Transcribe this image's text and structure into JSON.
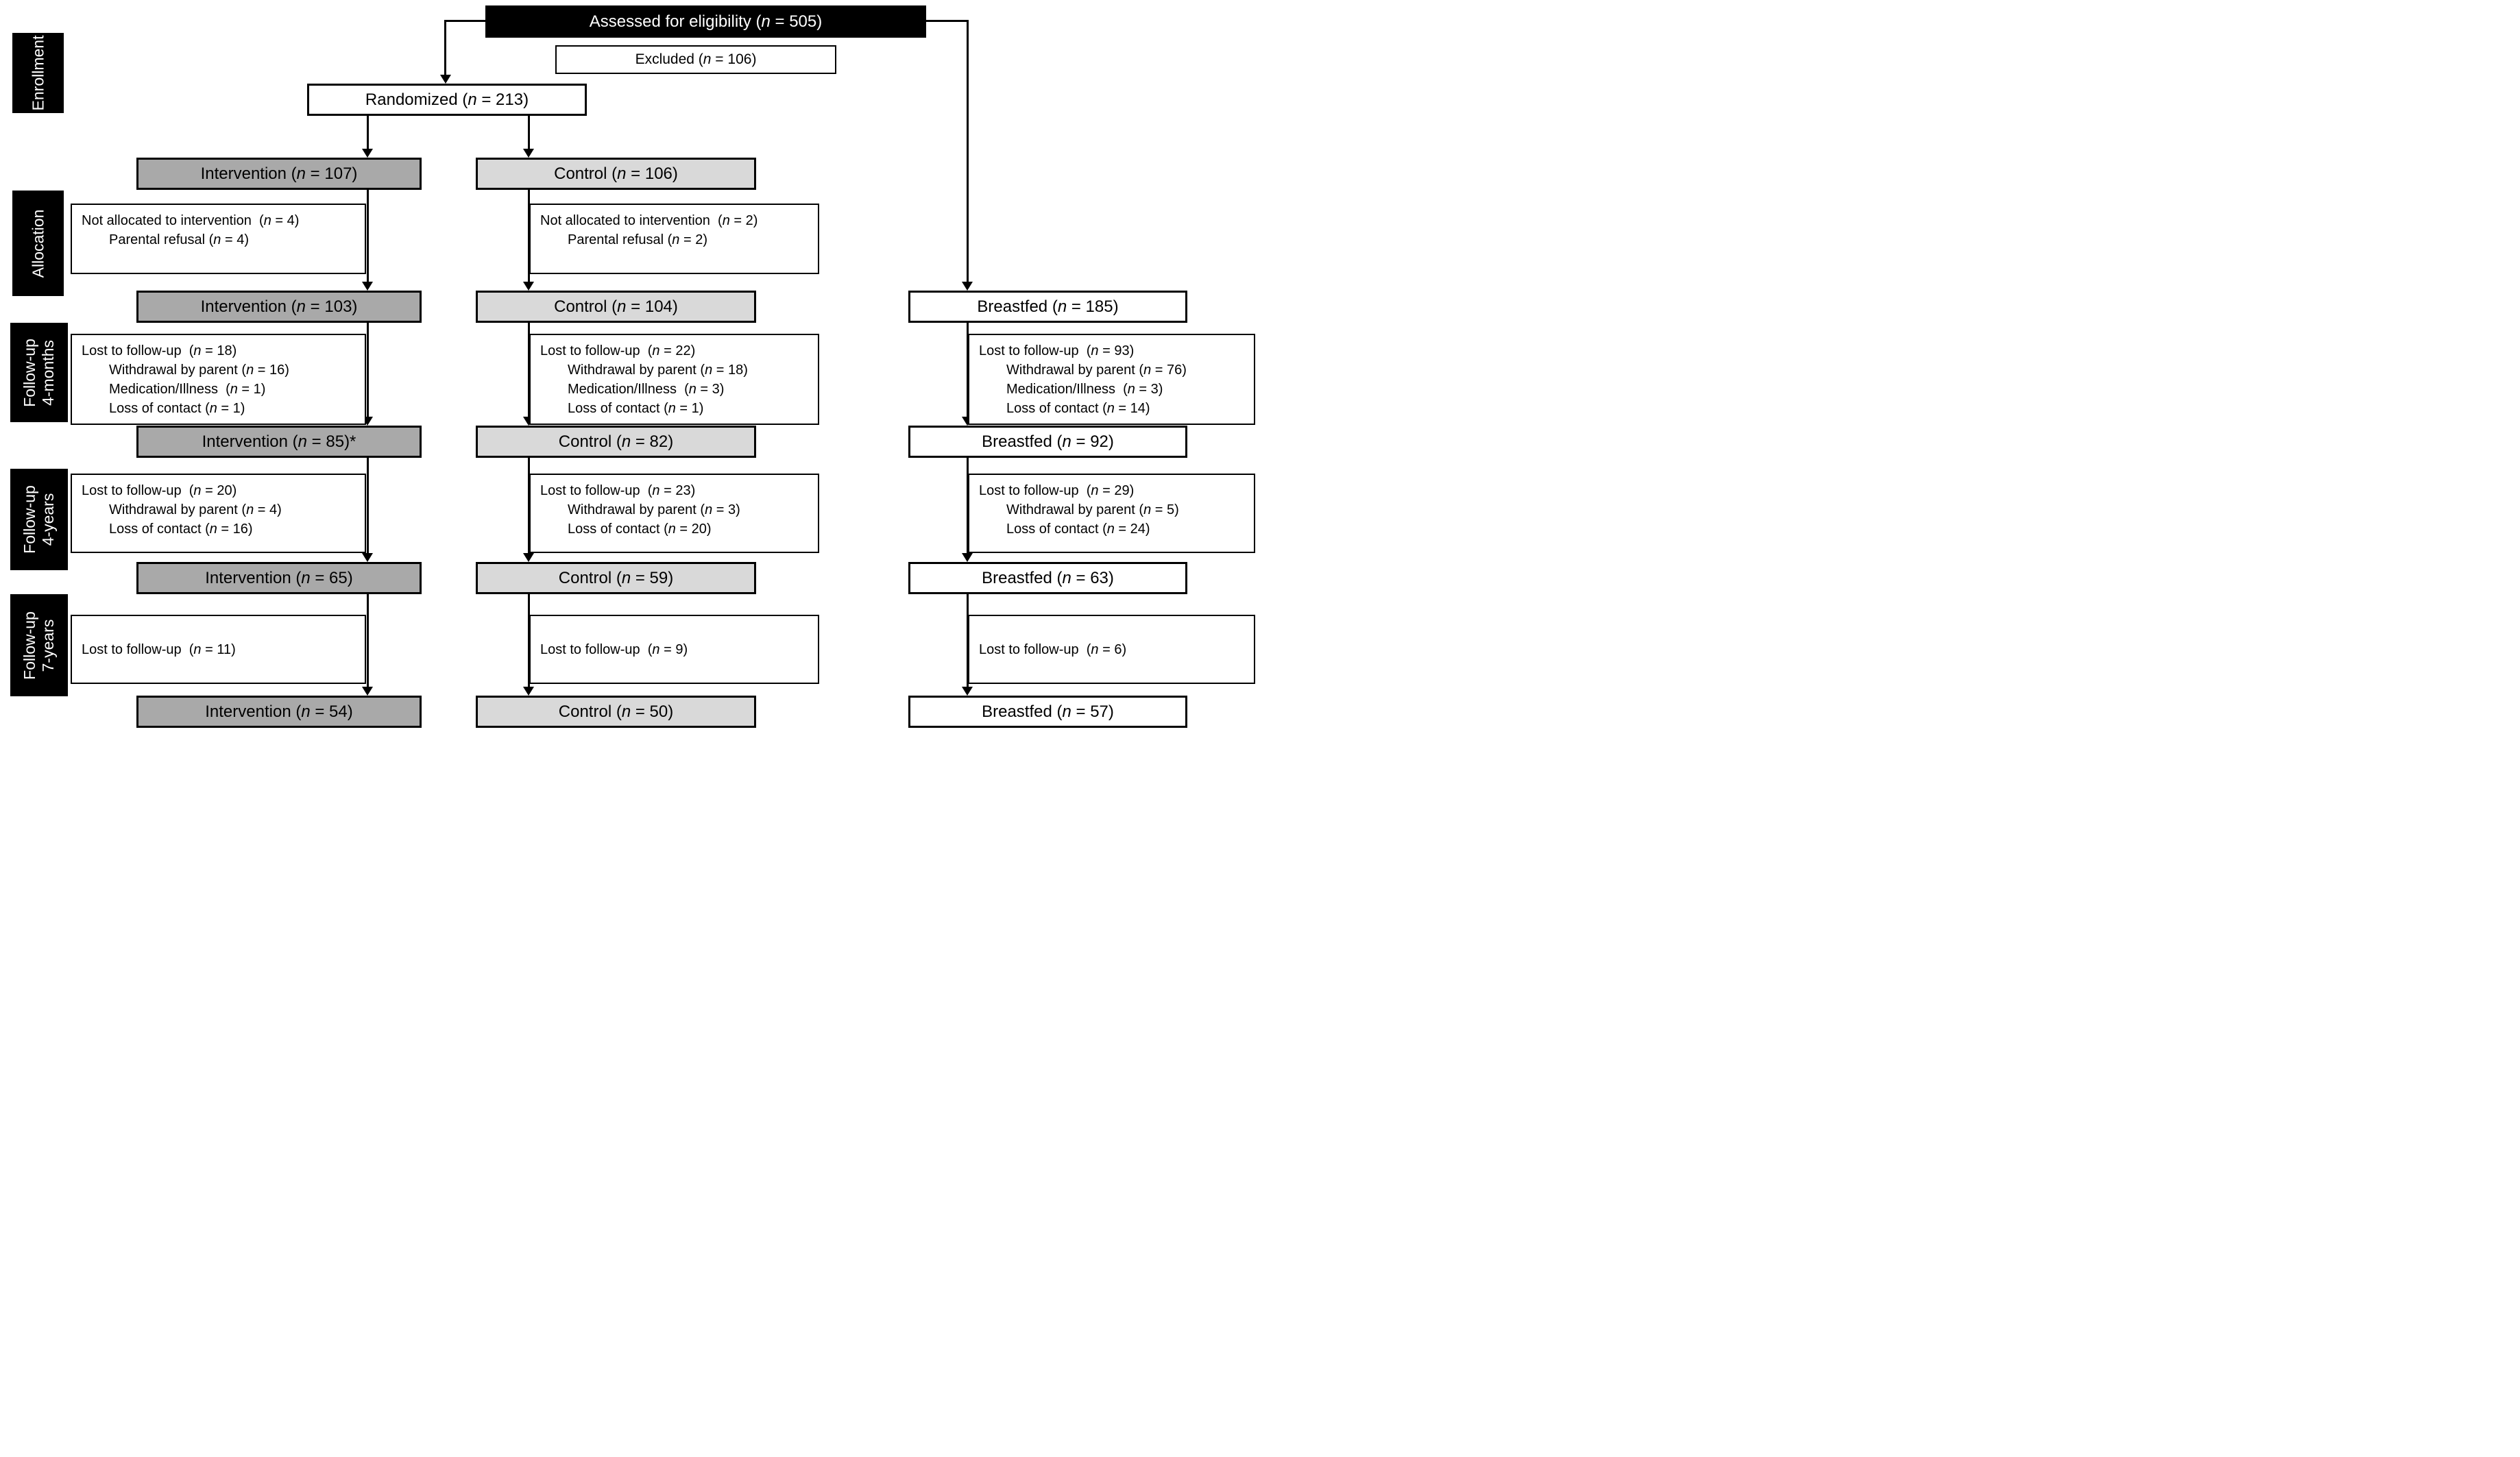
{
  "n_symbol": "n",
  "colors": {
    "intervention_fill": "#a9a9a9",
    "control_fill": "#d9d9d9",
    "white_fill": "#ffffff",
    "black_fill": "#000000",
    "line_color": "#000000"
  },
  "side_labels": {
    "enrollment": {
      "line1": "Enrollment"
    },
    "allocation": {
      "line1": "Allocation"
    },
    "followup_4m": {
      "line1": "Follow-up",
      "line2": "4-months"
    },
    "followup_4y": {
      "line1": "Follow-up",
      "line2": "4-years"
    },
    "followup_7y": {
      "line1": "Follow-up",
      "line2": "7-years"
    }
  },
  "boxes": {
    "assessed": {
      "pre": "Assessed for eligibility (",
      "post": " = 505)"
    },
    "excluded": {
      "pre": "Excluded (",
      "post": " = 106)"
    },
    "randomized": {
      "pre": "Randomized (",
      "post": " = 213)"
    },
    "int_alloc": {
      "pre": "Intervention (",
      "post": " = 107)"
    },
    "ctrl_alloc": {
      "pre": "Control (",
      "post": " = 106)"
    },
    "int_not_allocated": {
      "lines": [
        {
          "pre": "Not allocated to intervention  (",
          "post": " = 4)"
        },
        {
          "pre": "Parental refusal (",
          "post": " = 4)"
        }
      ]
    },
    "ctrl_not_allocated": {
      "lines": [
        {
          "pre": "Not allocated to intervention  (",
          "post": " = 2)"
        },
        {
          "pre": "Parental refusal (",
          "post": " = 2)"
        }
      ]
    },
    "int_4m": {
      "pre": "Intervention (",
      "post": " = 103)"
    },
    "ctrl_4m": {
      "pre": "Control (",
      "post": " = 104)"
    },
    "bf_4m": {
      "pre": "Breastfed (",
      "post": " = 185)"
    },
    "int_lost_4m": {
      "lines": [
        {
          "pre": "Lost to follow-up  (",
          "post": " = 18)"
        },
        {
          "pre": "Withdrawal by parent (",
          "post": " = 16)"
        },
        {
          "pre": "Medication/Illness  (",
          "post": " = 1)"
        },
        {
          "pre": "Loss of contact (",
          "post": " = 1)"
        }
      ]
    },
    "ctrl_lost_4m": {
      "lines": [
        {
          "pre": "Lost to follow-up  (",
          "post": " = 22)"
        },
        {
          "pre": "Withdrawal by parent (",
          "post": " = 18)"
        },
        {
          "pre": "Medication/Illness  (",
          "post": " = 3)"
        },
        {
          "pre": "Loss of contact (",
          "post": " = 1)"
        }
      ]
    },
    "bf_lost_4m": {
      "lines": [
        {
          "pre": "Lost to follow-up  (",
          "post": " = 93)"
        },
        {
          "pre": "Withdrawal by parent (",
          "post": " = 76)"
        },
        {
          "pre": "Medication/Illness  (",
          "post": " = 3)"
        },
        {
          "pre": "Loss of contact (",
          "post": " = 14)"
        }
      ]
    },
    "int_4m_result": {
      "pre": "Intervention (",
      "post": " = 85)*"
    },
    "ctrl_4m_result": {
      "pre": "Control (",
      "post": " = 82)"
    },
    "bf_4m_result": {
      "pre": "Breastfed (",
      "post": " = 92)"
    },
    "int_lost_4y": {
      "lines": [
        {
          "pre": "Lost to follow-up  (",
          "post": " = 20)"
        },
        {
          "pre": "Withdrawal by parent (",
          "post": " = 4)"
        },
        {
          "pre": "Loss of contact (",
          "post": " = 16)"
        }
      ]
    },
    "ctrl_lost_4y": {
      "lines": [
        {
          "pre": "Lost to follow-up  (",
          "post": " = 23)"
        },
        {
          "pre": "Withdrawal by parent (",
          "post": " = 3)"
        },
        {
          "pre": "Loss of contact (",
          "post": " = 20)"
        }
      ]
    },
    "bf_lost_4y": {
      "lines": [
        {
          "pre": "Lost to follow-up  (",
          "post": " = 29)"
        },
        {
          "pre": "Withdrawal by parent (",
          "post": " = 5)"
        },
        {
          "pre": "Loss of contact (",
          "post": " = 24)"
        }
      ]
    },
    "int_4y_result": {
      "pre": "Intervention (",
      "post": " = 65)"
    },
    "ctrl_4y_result": {
      "pre": "Control (",
      "post": " = 59)"
    },
    "bf_4y_result": {
      "pre": "Breastfed (",
      "post": " = 63)"
    },
    "int_lost_7y": {
      "pre": "Lost to follow-up  (",
      "post": " = 11)"
    },
    "ctrl_lost_7y": {
      "pre": "Lost to follow-up  (",
      "post": " = 9)"
    },
    "bf_lost_7y": {
      "pre": "Lost to follow-up  (",
      "post": " = 6)"
    },
    "int_7y_result": {
      "pre": "Intervention (",
      "post": " = 54)"
    },
    "ctrl_7y_result": {
      "pre": "Control (",
      "post": " = 50)"
    },
    "bf_7y_result": {
      "pre": "Breastfed (",
      "post": " = 57)"
    }
  }
}
